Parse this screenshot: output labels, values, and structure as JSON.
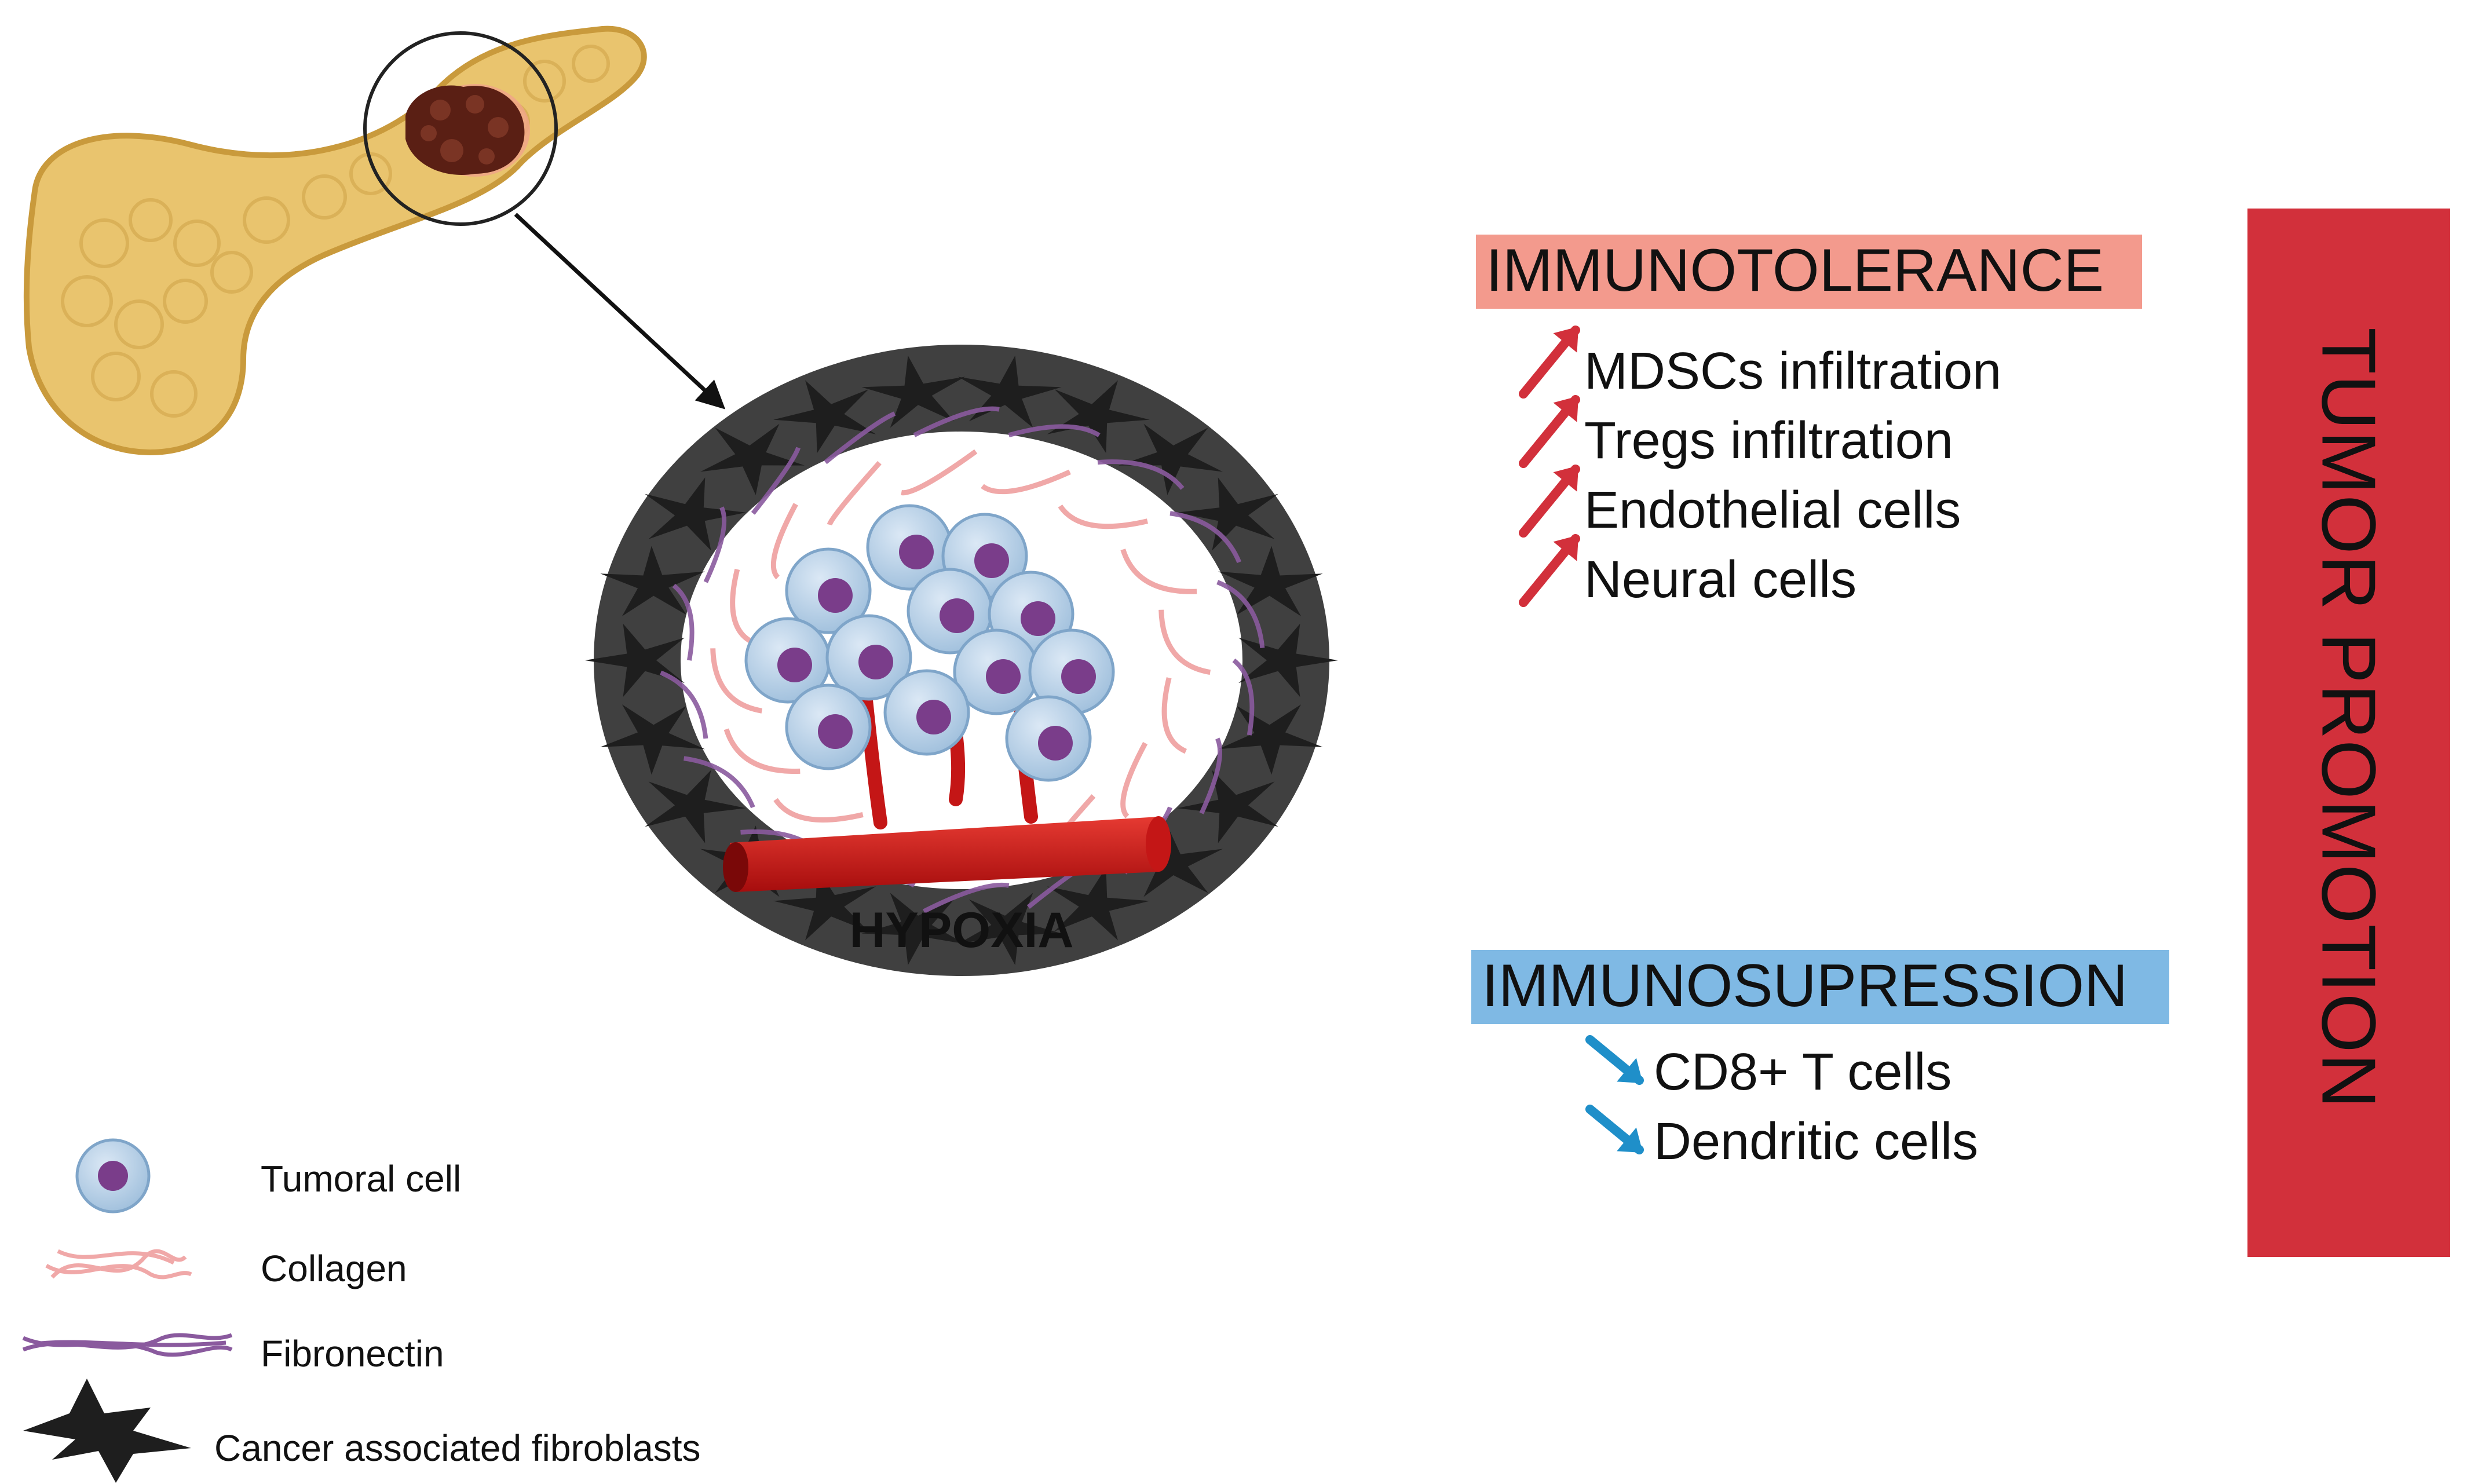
{
  "organ": {
    "name": "pancreas-icon"
  },
  "tumor_label": "HYPOXIA",
  "immunotolerance": {
    "title": "IMMUNOTOLERANCE",
    "color": "#f39a8d",
    "arrow_color": "#d2303b",
    "items": [
      "MDSCs infiltration",
      "Tregs infiltration",
      "Endothelial cells",
      "Neural cells"
    ]
  },
  "immunosupression": {
    "title": "IMMUNOSUPRESSION",
    "color": "#7fb9e4",
    "arrow_color": "#1f8fc9",
    "items": [
      "CD8+ T cells",
      "Dendritic cells"
    ]
  },
  "banner": {
    "text": "TUMOR PROMOTION",
    "color": "#d2303b"
  },
  "legend": [
    {
      "label": "Tumoral cell",
      "icon": "tumoral-cell-icon"
    },
    {
      "label": "Collagen",
      "icon": "collagen-icon"
    },
    {
      "label": "Fibronectin",
      "icon": "fibronectin-icon"
    },
    {
      "label": "Cancer associated fibroblasts",
      "icon": "fibroblast-icon"
    }
  ]
}
